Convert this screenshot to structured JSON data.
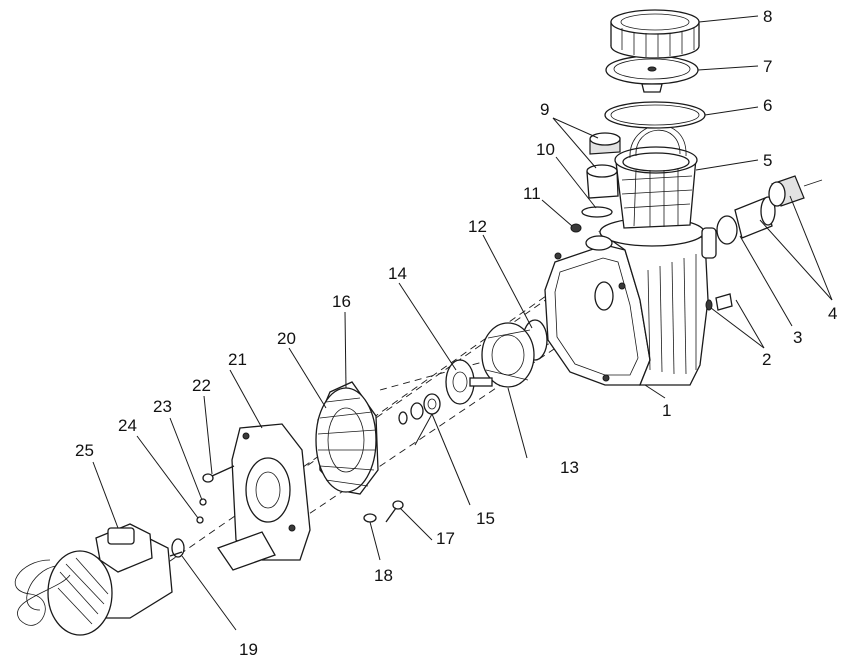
{
  "diagram": {
    "callouts": [
      {
        "id": "p1",
        "label": "1"
      },
      {
        "id": "p2",
        "label": "2"
      },
      {
        "id": "p3",
        "label": "3"
      },
      {
        "id": "p4",
        "label": "4"
      },
      {
        "id": "p5",
        "label": "5"
      },
      {
        "id": "p6",
        "label": "6"
      },
      {
        "id": "p7",
        "label": "7"
      },
      {
        "id": "p8",
        "label": "8"
      },
      {
        "id": "p9",
        "label": "9"
      },
      {
        "id": "p10",
        "label": "10"
      },
      {
        "id": "p11",
        "label": "11"
      },
      {
        "id": "p12",
        "label": "12"
      },
      {
        "id": "p13",
        "label": "13"
      },
      {
        "id": "p14",
        "label": "14"
      },
      {
        "id": "p15",
        "label": "15"
      },
      {
        "id": "p16",
        "label": "16"
      },
      {
        "id": "p17",
        "label": "17"
      },
      {
        "id": "p18",
        "label": "18"
      },
      {
        "id": "p19",
        "label": "19"
      },
      {
        "id": "p20",
        "label": "20"
      },
      {
        "id": "p21",
        "label": "21"
      },
      {
        "id": "p22",
        "label": "22"
      },
      {
        "id": "p23",
        "label": "23"
      },
      {
        "id": "p24",
        "label": "24"
      },
      {
        "id": "p25",
        "label": "25"
      }
    ]
  }
}
